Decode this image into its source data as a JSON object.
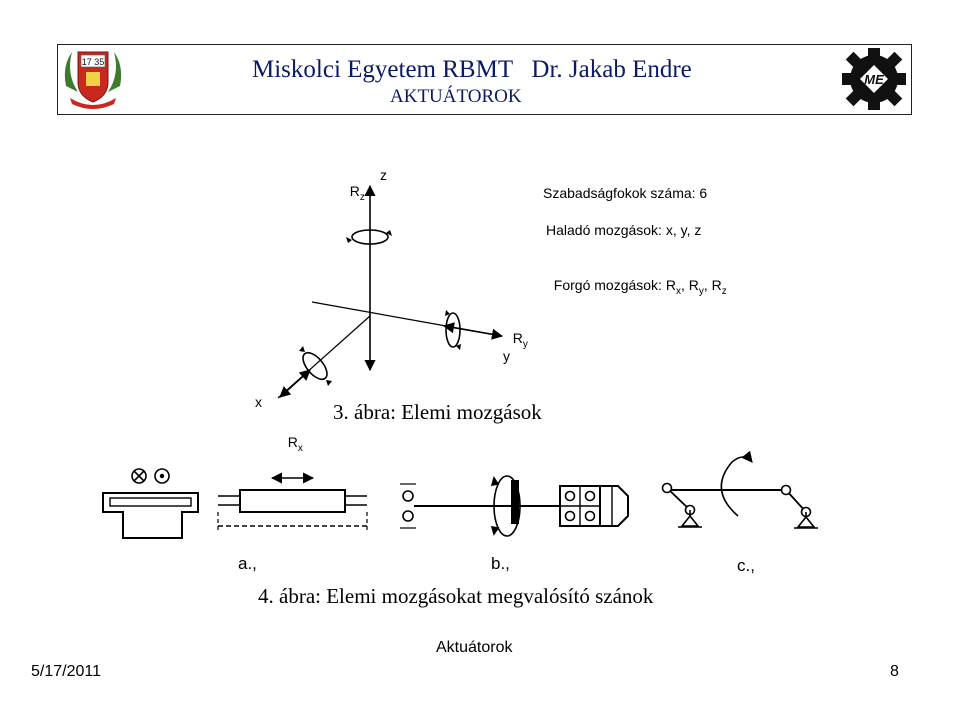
{
  "header": {
    "title": "Miskolci Egyetem RBMT   Dr. Jakab Endre",
    "subtitle": "AKTUÁTOROK",
    "logo_left": {
      "icon": "university-crest",
      "text": "17 35"
    },
    "logo_right": {
      "icon": "gear-logo",
      "text": "ME"
    }
  },
  "figure3": {
    "axis_labels": {
      "z": "z",
      "y": "y",
      "x": "x"
    },
    "rotation_labels": {
      "rz": {
        "base": "R",
        "sub": "z"
      },
      "ry": {
        "base": "R",
        "sub": "y"
      },
      "rx": {
        "base": "R",
        "sub": "x"
      }
    },
    "info": {
      "dof": "Szabadságfokok száma: 6",
      "translations": "Haladó mozgások: x, y, z",
      "rotations_prefix": "Forgó mozgások: ",
      "rotations": [
        {
          "base": "R",
          "sub": "x",
          "sep": ", "
        },
        {
          "base": "R",
          "sub": "y",
          "sep": ", "
        },
        {
          "base": "R",
          "sub": "z",
          "sep": ""
        }
      ]
    },
    "caption": "3. ábra: Elemi mozgások"
  },
  "figure4": {
    "labels": {
      "a": "a.,",
      "b": "b.,",
      "c": "c.,"
    },
    "caption": "4. ábra: Elemi mozgásokat megvalósító szánok"
  },
  "footer": {
    "center": "Aktuátorok",
    "date": "5/17/2011",
    "page": "8"
  }
}
